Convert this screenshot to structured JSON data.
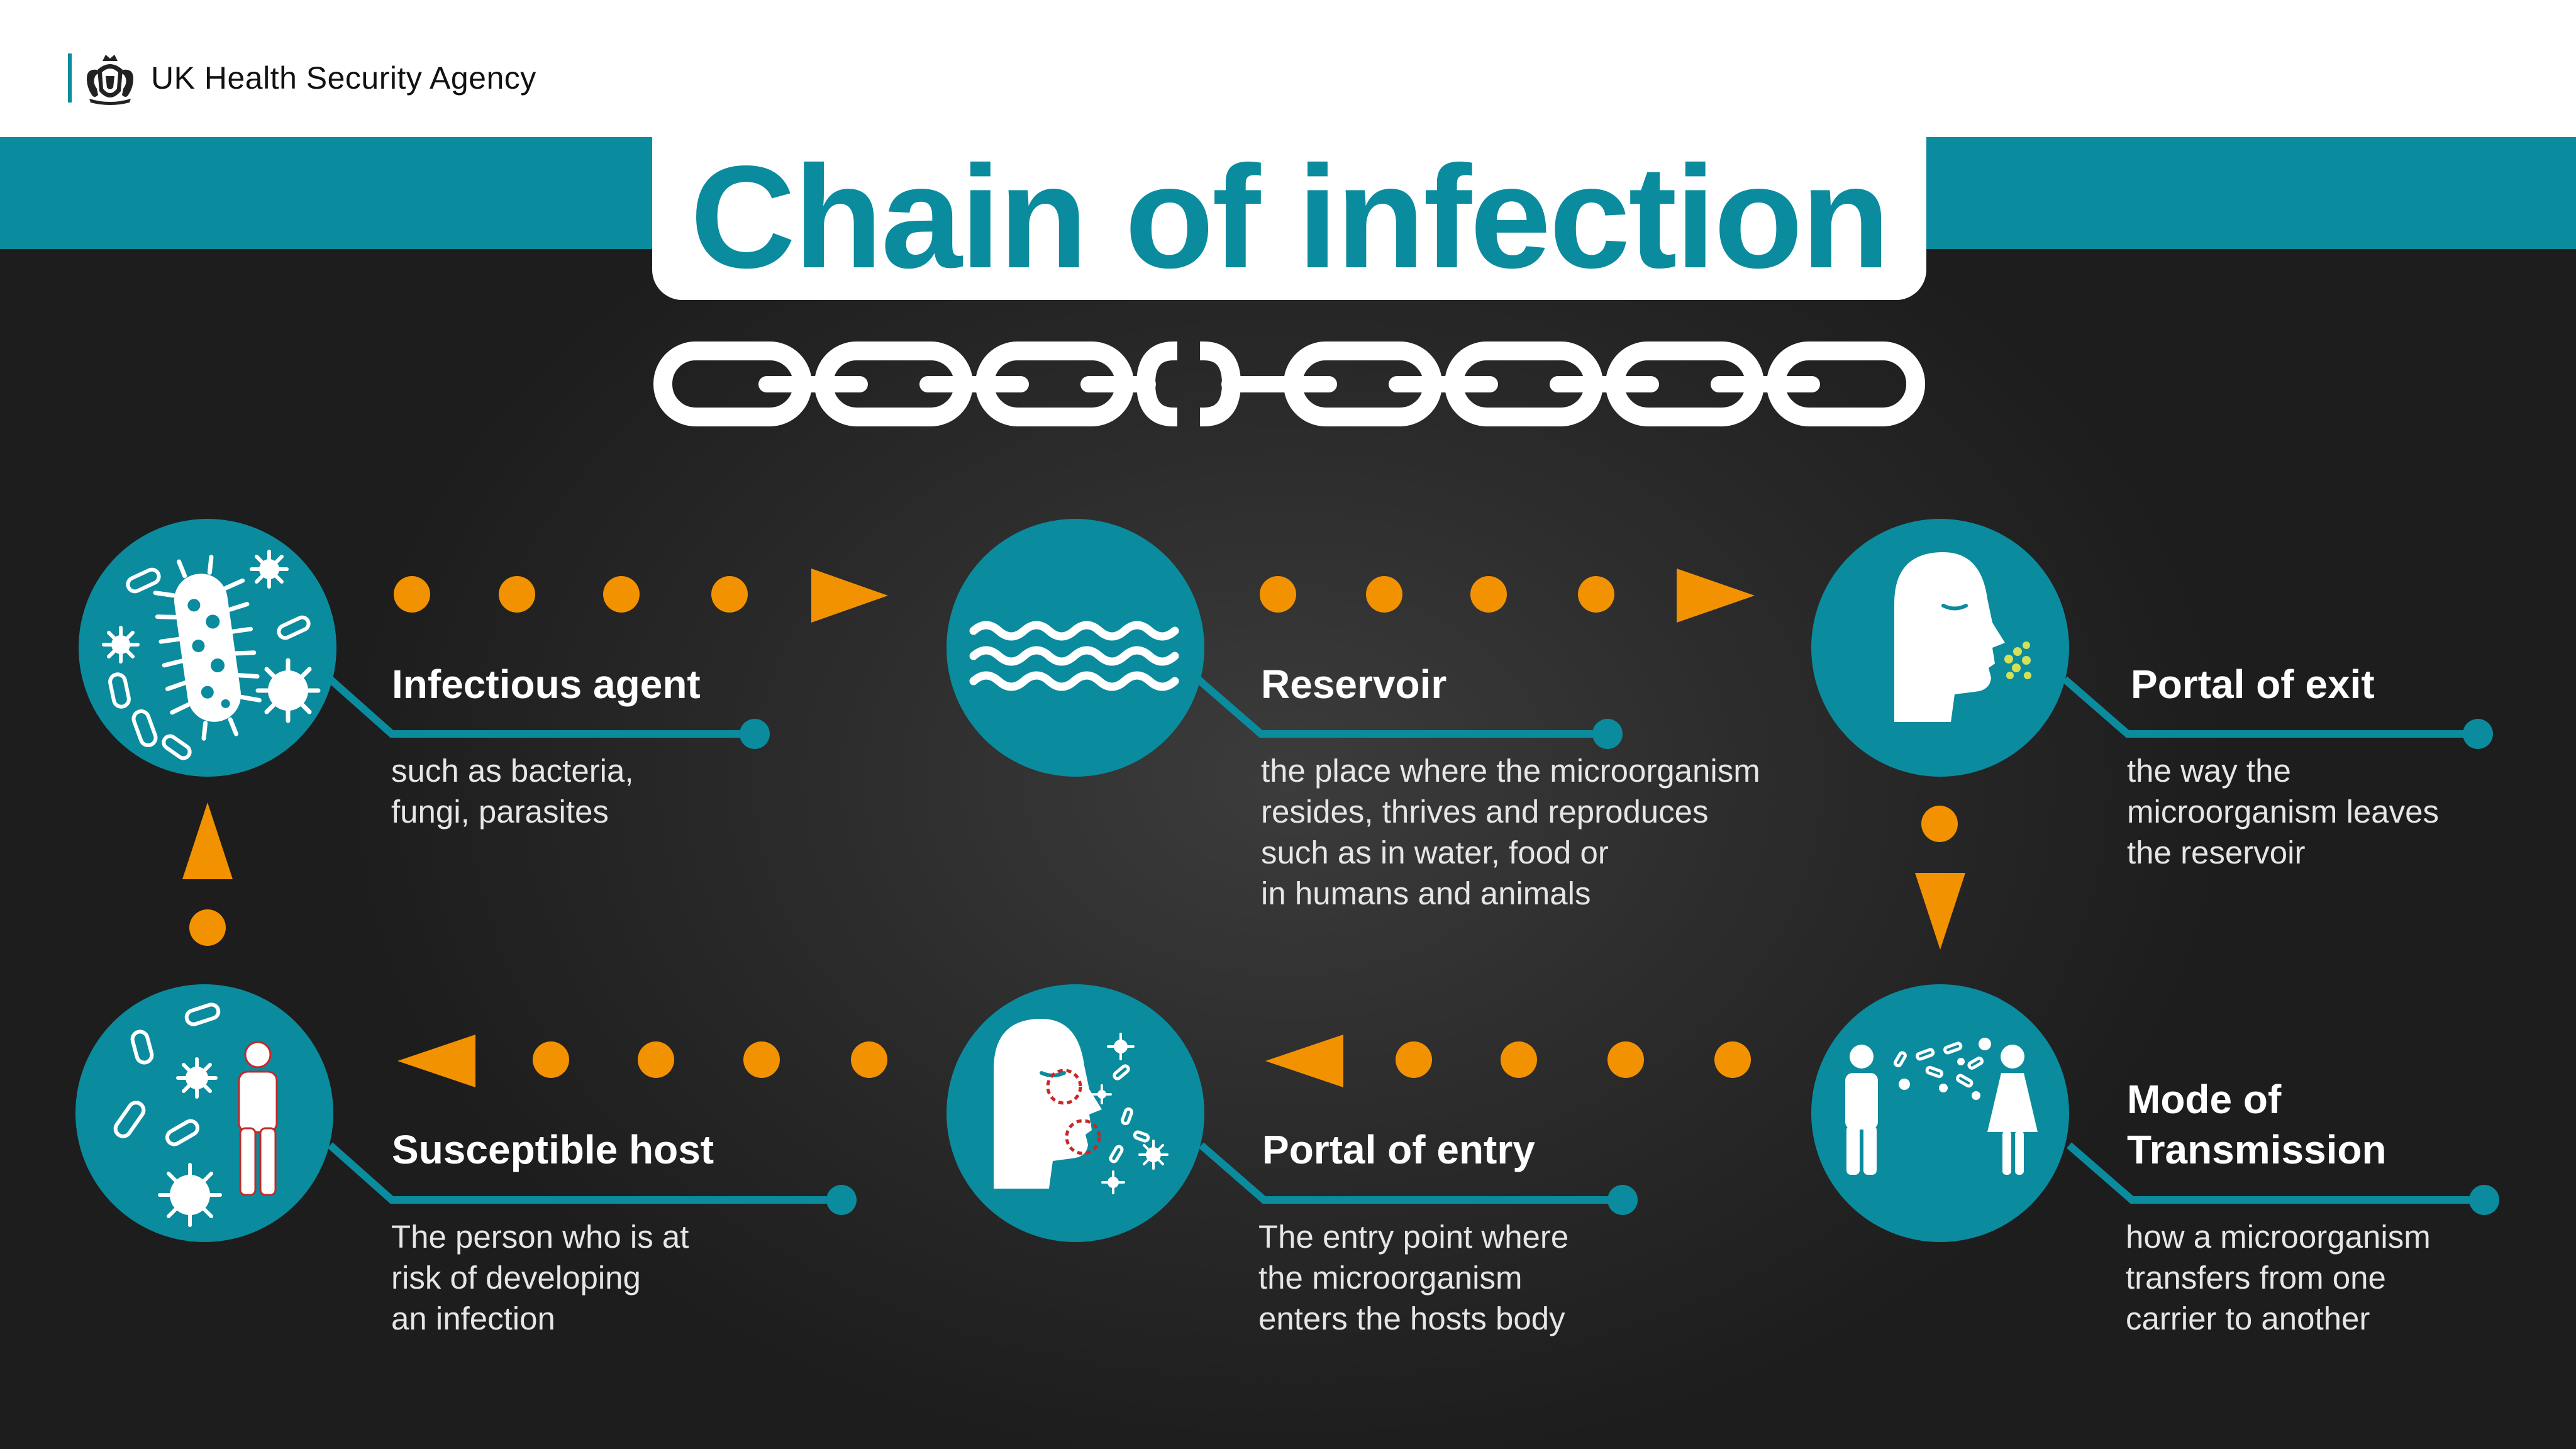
{
  "header": {
    "agency_name": "UK Health Security Agency",
    "title": "Chain of infection"
  },
  "colors": {
    "teal": "#0b8b9e",
    "orange": "#f39200",
    "background": "#2a2a2a",
    "white": "#ffffff",
    "pathogen_yellow": "#d4e157",
    "entry_red": "#c62828"
  },
  "stages": [
    {
      "id": "infectious-agent",
      "icon": "bacteria-virus-icon",
      "label": "Infectious agent",
      "description": [
        "such as bacteria,",
        "fungi, parasites"
      ]
    },
    {
      "id": "reservoir",
      "icon": "water-waves-icon",
      "label": "Reservoir",
      "description": [
        "the place where the microorganism",
        "resides, thrives and reproduces",
        "such as in water, food or",
        "in humans and animals"
      ]
    },
    {
      "id": "portal-of-exit",
      "icon": "head-exhaling-icon",
      "label": "Portal of exit",
      "description": [
        "the way the",
        "microorganism leaves",
        "the reservoir"
      ]
    },
    {
      "id": "mode-of-transmission",
      "icon": "people-transmission-icon",
      "label": [
        "Mode of",
        "Transmission"
      ],
      "description": [
        "how a microorganism",
        "transfers from one",
        "carrier to another"
      ]
    },
    {
      "id": "portal-of-entry",
      "icon": "head-inhaling-icon",
      "label": "Portal of entry",
      "description": [
        "The entry point where",
        "the microorganism",
        "enters the hosts body"
      ]
    },
    {
      "id": "susceptible-host",
      "icon": "person-host-icon",
      "label": "Susceptible host",
      "description": [
        "The person who is at",
        "risk of developing",
        "an infection"
      ]
    }
  ]
}
